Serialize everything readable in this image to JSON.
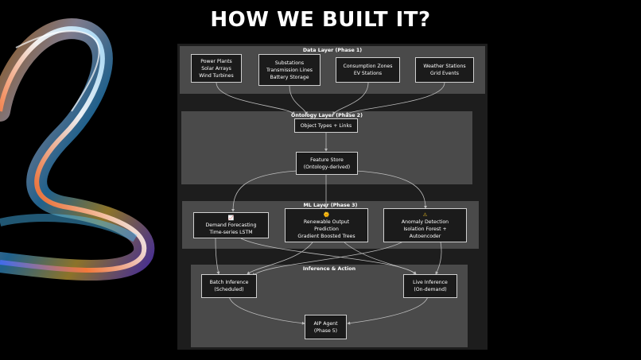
{
  "slide": {
    "title": "HOW WE BUILT IT?"
  },
  "layers": {
    "data": "Data Layer (Phase 1)",
    "ontology": "Ontology Layer (Phase 2)",
    "ml": "ML Layer (Phase 3)",
    "inference": "Inference & Action"
  },
  "nodes": {
    "power_plants": [
      "Power Plants",
      "Solar Arrays",
      "Wind Turbines"
    ],
    "substations": [
      "Substations",
      "Transmission Lines",
      "Battery Storage"
    ],
    "consumption": [
      "Consumption Zones",
      "EV Stations"
    ],
    "weather": [
      "Weather Stations",
      "Grid Events"
    ],
    "object_types": [
      "Object Types + Links"
    ],
    "feature_store": [
      "Feature Store",
      "(Ontology-derived)"
    ],
    "demand": {
      "icon": "📈",
      "lines": [
        "Demand Forecasting",
        "Time-series LSTM"
      ]
    },
    "renewable": {
      "icon": "🌞",
      "lines": [
        "Renewable Output",
        "Prediction",
        "Gradient Boosted Trees"
      ]
    },
    "anomaly": {
      "icon": "⚠",
      "lines": [
        "Anomaly Detection",
        "Isolation Forest +",
        "Autoencoder"
      ]
    },
    "batch": [
      "Batch Inference",
      "(Scheduled)"
    ],
    "live": [
      "Live Inference",
      "(On-demand)"
    ],
    "aip": [
      "AIP Agent",
      "(Phase 5)"
    ]
  },
  "colors": {
    "background": "#000000",
    "layer": "#4a4a4a",
    "node_border": "#cfcfcf",
    "edge": "#bdbdbd"
  }
}
